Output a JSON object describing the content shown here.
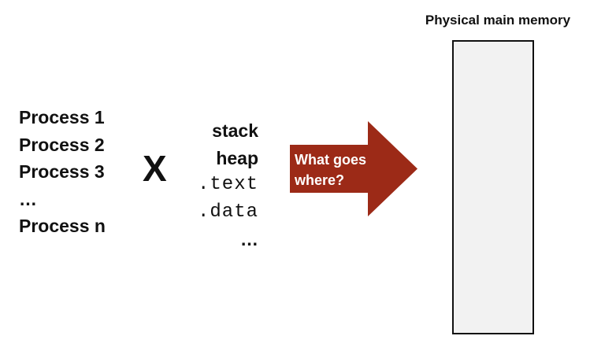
{
  "processes": [
    "Process 1",
    "Process 2",
    "Process 3",
    "…",
    "Process n"
  ],
  "operator": "X",
  "segments": [
    {
      "text": "stack",
      "style": "bold"
    },
    {
      "text": "heap",
      "style": "bold"
    },
    {
      "text": ".text",
      "style": "mono"
    },
    {
      "text": ".data",
      "style": "mono"
    },
    {
      "text": "…",
      "style": "bold"
    }
  ],
  "arrow": {
    "label_line1": "What goes",
    "label_line2": "where?",
    "color": "#9c2a17"
  },
  "memory": {
    "title": "Physical main memory",
    "fill_color": "#f2f2f2",
    "border_color": "#111111"
  }
}
